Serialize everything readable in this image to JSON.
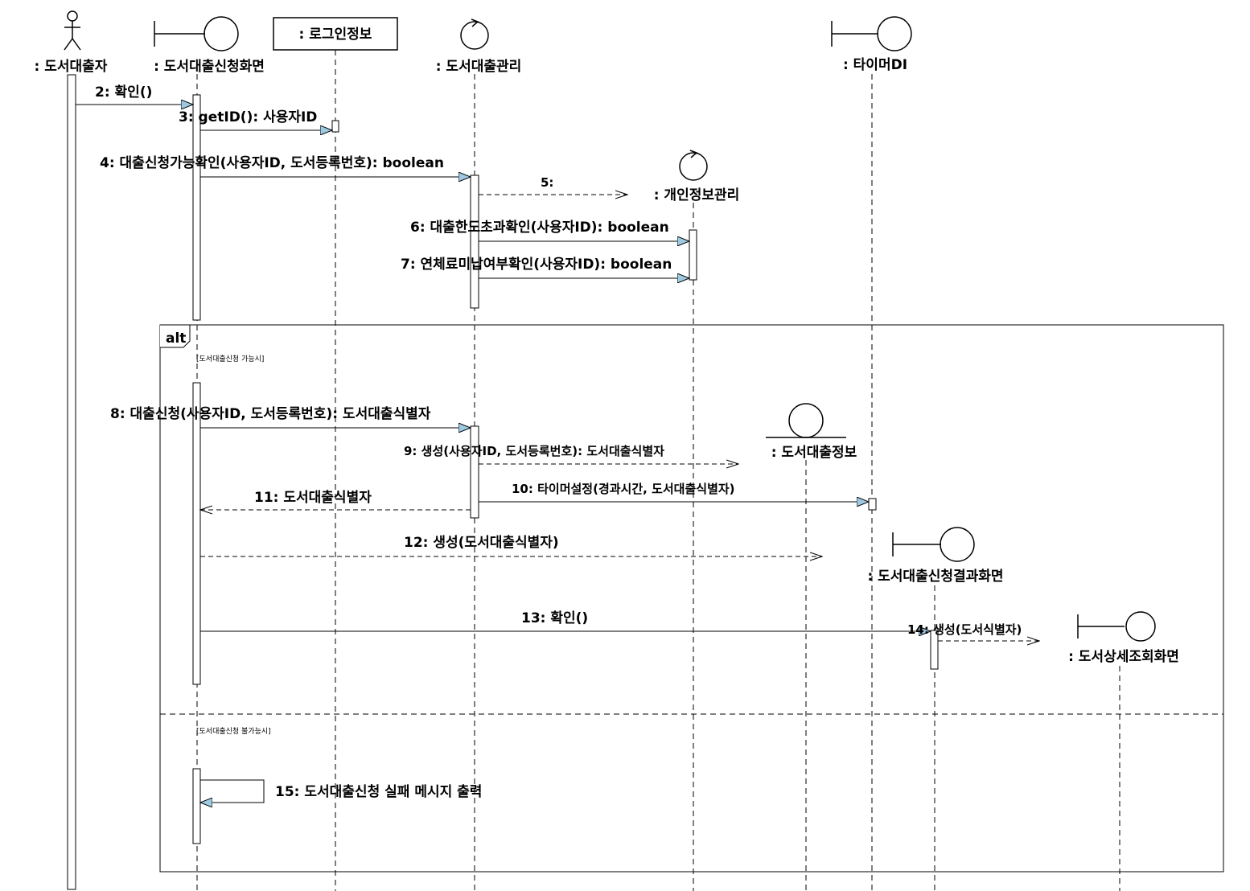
{
  "participants": {
    "actor": ": 도서대출자",
    "screen": ": 도서대출신청화면",
    "login": ": 로그인정보",
    "loanctl": ": 도서대출관리",
    "timer": ": 타이머DI",
    "personal": ": 개인정보관리",
    "loaninfo": ": 도서대출정보",
    "result": ": 도서대출신청결과화면",
    "detail": ": 도서상세조회화면"
  },
  "messages": {
    "m2": "2: 확인()",
    "m3": "3: getID(): 사용자ID",
    "m4": "4: 대출신청가능확인(사용자ID, 도서등록번호): boolean",
    "m5": "5:",
    "m6": "6: 대출한도초과확인(사용자ID): boolean",
    "m7": "7: 연체료미납여부확인(사용자ID): boolean",
    "m8": "8: 대출신청(사용자ID, 도서등록번호): 도서대출식별자",
    "m9": "9: 생성(사용자ID, 도서등록번호): 도서대출식별자",
    "m10": "10: 타이머설정(경과시간, 도서대출식별자)",
    "m11": "11: 도서대출식별자",
    "m12": "12: 생성(도서대출식별자)",
    "m13": "13: 확인()",
    "m14": "14: 생성(도서식별자)",
    "m15": "15: 도서대출신청 실패 메시지 출력"
  },
  "fragment": {
    "operator": "alt",
    "guard1": "[도서대출신청 가능시]",
    "guard2": "[도서대출신청 불가능시]"
  }
}
